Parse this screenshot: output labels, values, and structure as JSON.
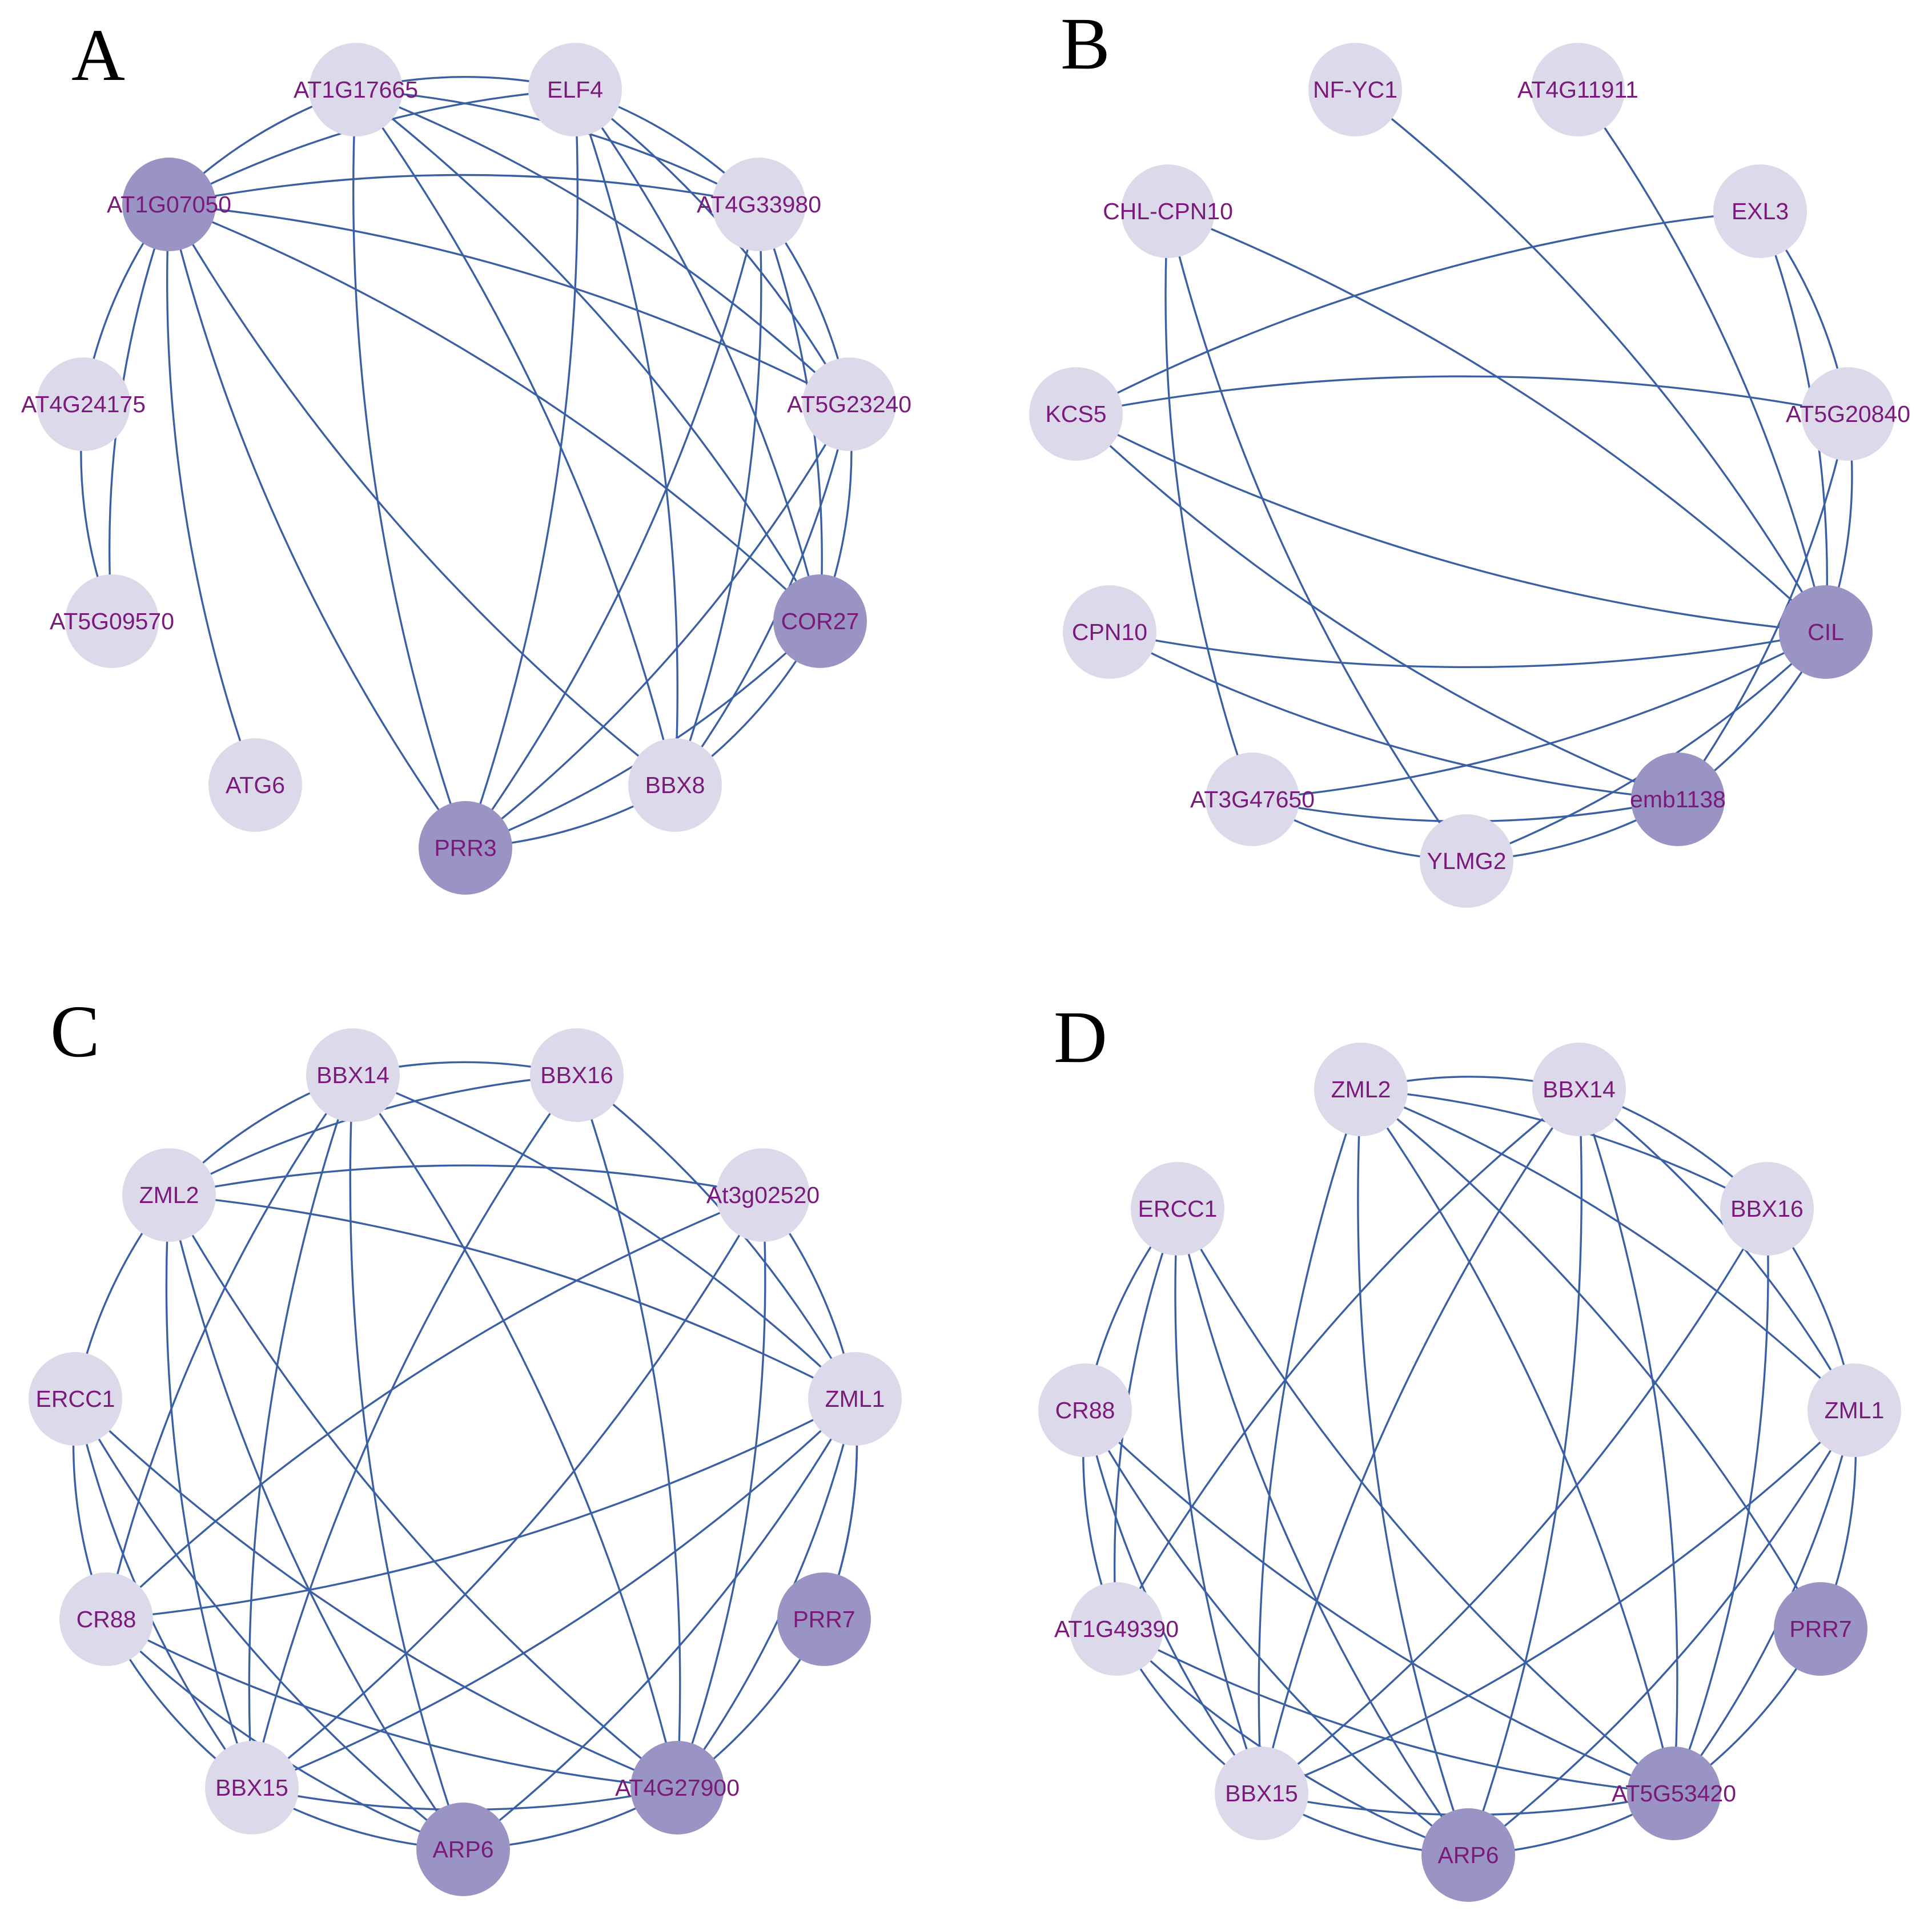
{
  "colors": {
    "node_light": "#dcdaea",
    "node_dark": "#9a94c4",
    "edge": "#3a5fa3",
    "label": "#7a1a7a"
  },
  "panels": [
    {
      "letter": "A",
      "nodes": [
        {
          "id": "AT1G17665",
          "label": "AT1G17665",
          "shade": "light"
        },
        {
          "id": "ELF4",
          "label": "ELF4",
          "shade": "light"
        },
        {
          "id": "AT4G33980",
          "label": "AT4G33980",
          "shade": "light"
        },
        {
          "id": "AT5G23240",
          "label": "AT5G23240",
          "shade": "light"
        },
        {
          "id": "COR27",
          "label": "COR27",
          "shade": "dark"
        },
        {
          "id": "BBX8",
          "label": "BBX8",
          "shade": "light"
        },
        {
          "id": "PRR3",
          "label": "PRR3",
          "shade": "dark"
        },
        {
          "id": "ATG6",
          "label": "ATG6",
          "shade": "light"
        },
        {
          "id": "AT5G09570",
          "label": "AT5G09570",
          "shade": "light"
        },
        {
          "id": "AT4G24175",
          "label": "AT4G24175",
          "shade": "light"
        },
        {
          "id": "AT1G07050",
          "label": "AT1G07050",
          "shade": "dark"
        }
      ],
      "edges": [
        [
          "AT1G07050",
          "AT1G17665"
        ],
        [
          "AT1G07050",
          "ELF4"
        ],
        [
          "AT1G07050",
          "AT4G33980"
        ],
        [
          "AT1G07050",
          "AT5G23240"
        ],
        [
          "AT1G07050",
          "COR27"
        ],
        [
          "AT1G07050",
          "BBX8"
        ],
        [
          "AT1G07050",
          "PRR3"
        ],
        [
          "AT1G07050",
          "ATG6"
        ],
        [
          "AT1G07050",
          "AT5G09570"
        ],
        [
          "AT1G07050",
          "AT4G24175"
        ],
        [
          "AT1G17665",
          "ELF4"
        ],
        [
          "AT1G17665",
          "AT4G33980"
        ],
        [
          "AT1G17665",
          "AT5G23240"
        ],
        [
          "AT1G17665",
          "COR27"
        ],
        [
          "AT1G17665",
          "BBX8"
        ],
        [
          "AT1G17665",
          "PRR3"
        ],
        [
          "ELF4",
          "AT4G33980"
        ],
        [
          "ELF4",
          "AT5G23240"
        ],
        [
          "ELF4",
          "COR27"
        ],
        [
          "ELF4",
          "BBX8"
        ],
        [
          "ELF4",
          "PRR3"
        ],
        [
          "AT4G33980",
          "AT5G23240"
        ],
        [
          "AT4G33980",
          "COR27"
        ],
        [
          "AT4G33980",
          "BBX8"
        ],
        [
          "AT4G33980",
          "PRR3"
        ],
        [
          "AT5G23240",
          "COR27"
        ],
        [
          "AT5G23240",
          "BBX8"
        ],
        [
          "AT5G23240",
          "PRR3"
        ],
        [
          "COR27",
          "BBX8"
        ],
        [
          "COR27",
          "PRR3"
        ],
        [
          "BBX8",
          "PRR3"
        ],
        [
          "AT4G24175",
          "AT5G09570"
        ]
      ]
    },
    {
      "letter": "B",
      "nodes": [
        {
          "id": "NF-YC1",
          "label": "NF-YC1",
          "shade": "light"
        },
        {
          "id": "AT4G11911",
          "label": "AT4G11911",
          "shade": "light"
        },
        {
          "id": "EXL3",
          "label": "EXL3",
          "shade": "light"
        },
        {
          "id": "AT5G20840",
          "label": "AT5G20840",
          "shade": "light"
        },
        {
          "id": "CIL",
          "label": "CIL",
          "shade": "dark"
        },
        {
          "id": "emb1138",
          "label": "emb1138",
          "shade": "dark"
        },
        {
          "id": "YLMG2",
          "label": "YLMG2",
          "shade": "light"
        },
        {
          "id": "AT3G47650",
          "label": "AT3G47650",
          "shade": "light"
        },
        {
          "id": "CPN10",
          "label": "CPN10",
          "shade": "light"
        },
        {
          "id": "KCS5",
          "label": "KCS5",
          "shade": "light"
        },
        {
          "id": "CHL-CPN10",
          "label": "CHL-CPN10",
          "shade": "light"
        }
      ],
      "edges": [
        [
          "NF-YC1",
          "CIL"
        ],
        [
          "AT4G11911",
          "CIL"
        ],
        [
          "EXL3",
          "CIL"
        ],
        [
          "EXL3",
          "AT5G20840"
        ],
        [
          "EXL3",
          "KCS5"
        ],
        [
          "AT5G20840",
          "CIL"
        ],
        [
          "AT5G20840",
          "KCS5"
        ],
        [
          "AT5G20840",
          "emb1138"
        ],
        [
          "CIL",
          "KCS5"
        ],
        [
          "CIL",
          "CPN10"
        ],
        [
          "CIL",
          "CHL-CPN10"
        ],
        [
          "CIL",
          "AT3G47650"
        ],
        [
          "CIL",
          "YLMG2"
        ],
        [
          "CIL",
          "emb1138"
        ],
        [
          "KCS5",
          "emb1138"
        ],
        [
          "CPN10",
          "emb1138"
        ],
        [
          "CHL-CPN10",
          "AT3G47650"
        ],
        [
          "CHL-CPN10",
          "YLMG2"
        ],
        [
          "AT3G47650",
          "emb1138"
        ],
        [
          "AT3G47650",
          "YLMG2"
        ],
        [
          "YLMG2",
          "emb1138"
        ]
      ]
    },
    {
      "letter": "C",
      "nodes": [
        {
          "id": "BBX14",
          "label": "BBX14",
          "shade": "light"
        },
        {
          "id": "BBX16",
          "label": "BBX16",
          "shade": "light"
        },
        {
          "id": "At3g02520",
          "label": "At3g02520",
          "shade": "light"
        },
        {
          "id": "ZML1",
          "label": "ZML1",
          "shade": "light"
        },
        {
          "id": "PRR7",
          "label": "PRR7",
          "shade": "dark"
        },
        {
          "id": "AT4G27900",
          "label": "AT4G27900",
          "shade": "dark"
        },
        {
          "id": "ARP6",
          "label": "ARP6",
          "shade": "dark"
        },
        {
          "id": "BBX15",
          "label": "BBX15",
          "shade": "light"
        },
        {
          "id": "CR88",
          "label": "CR88",
          "shade": "light"
        },
        {
          "id": "ERCC1",
          "label": "ERCC1",
          "shade": "light"
        },
        {
          "id": "ZML2",
          "label": "ZML2",
          "shade": "light"
        }
      ],
      "edges": [
        [
          "BBX14",
          "BBX16"
        ],
        [
          "BBX14",
          "ZML2"
        ],
        [
          "BBX14",
          "ZML1"
        ],
        [
          "BBX14",
          "AT4G27900"
        ],
        [
          "BBX14",
          "ARP6"
        ],
        [
          "BBX14",
          "BBX15"
        ],
        [
          "BBX14",
          "CR88"
        ],
        [
          "BBX16",
          "ZML2"
        ],
        [
          "BBX16",
          "ZML1"
        ],
        [
          "BBX16",
          "AT4G27900"
        ],
        [
          "BBX16",
          "BBX15"
        ],
        [
          "At3g02520",
          "ZML1"
        ],
        [
          "At3g02520",
          "AT4G27900"
        ],
        [
          "At3g02520",
          "BBX15"
        ],
        [
          "At3g02520",
          "CR88"
        ],
        [
          "At3g02520",
          "ZML2"
        ],
        [
          "ZML1",
          "ZML2"
        ],
        [
          "ZML1",
          "PRR7"
        ],
        [
          "ZML1",
          "AT4G27900"
        ],
        [
          "ZML1",
          "ARP6"
        ],
        [
          "ZML1",
          "BBX15"
        ],
        [
          "ZML1",
          "CR88"
        ],
        [
          "PRR7",
          "AT4G27900"
        ],
        [
          "PRR7",
          "ZML1"
        ],
        [
          "AT4G27900",
          "ARP6"
        ],
        [
          "AT4G27900",
          "BBX15"
        ],
        [
          "AT4G27900",
          "CR88"
        ],
        [
          "AT4G27900",
          "ERCC1"
        ],
        [
          "AT4G27900",
          "ZML2"
        ],
        [
          "ARP6",
          "BBX15"
        ],
        [
          "ARP6",
          "CR88"
        ],
        [
          "ARP6",
          "ERCC1"
        ],
        [
          "ARP6",
          "ZML2"
        ],
        [
          "BBX15",
          "CR88"
        ],
        [
          "BBX15",
          "ERCC1"
        ],
        [
          "BBX15",
          "ZML2"
        ],
        [
          "CR88",
          "ERCC1"
        ],
        [
          "ERCC1",
          "ZML2"
        ]
      ]
    },
    {
      "letter": "D",
      "nodes": [
        {
          "id": "ZML2",
          "label": "ZML2",
          "shade": "light"
        },
        {
          "id": "BBX14",
          "label": "BBX14",
          "shade": "light"
        },
        {
          "id": "BBX16",
          "label": "BBX16",
          "shade": "light"
        },
        {
          "id": "ZML1",
          "label": "ZML1",
          "shade": "light"
        },
        {
          "id": "PRR7",
          "label": "PRR7",
          "shade": "dark"
        },
        {
          "id": "AT5G53420",
          "label": "AT5G53420",
          "shade": "dark"
        },
        {
          "id": "ARP6",
          "label": "ARP6",
          "shade": "dark"
        },
        {
          "id": "BBX15",
          "label": "BBX15",
          "shade": "light"
        },
        {
          "id": "AT1G49390",
          "label": "AT1G49390",
          "shade": "light"
        },
        {
          "id": "CR88",
          "label": "CR88",
          "shade": "light"
        },
        {
          "id": "ERCC1",
          "label": "ERCC1",
          "shade": "light"
        }
      ],
      "edges": [
        [
          "ZML2",
          "BBX14"
        ],
        [
          "ZML2",
          "BBX16"
        ],
        [
          "ZML2",
          "ZML1"
        ],
        [
          "ZML2",
          "PRR7"
        ],
        [
          "ZML2",
          "AT5G53420"
        ],
        [
          "ZML2",
          "ARP6"
        ],
        [
          "ZML2",
          "BBX15"
        ],
        [
          "BBX14",
          "BBX16"
        ],
        [
          "BBX14",
          "ZML1"
        ],
        [
          "BBX14",
          "AT5G53420"
        ],
        [
          "BBX14",
          "ARP6"
        ],
        [
          "BBX14",
          "BBX15"
        ],
        [
          "BBX14",
          "AT1G49390"
        ],
        [
          "BBX16",
          "ZML1"
        ],
        [
          "BBX16",
          "AT5G53420"
        ],
        [
          "BBX16",
          "BBX15"
        ],
        [
          "ZML1",
          "PRR7"
        ],
        [
          "ZML1",
          "AT5G53420"
        ],
        [
          "ZML1",
          "ARP6"
        ],
        [
          "ZML1",
          "BBX15"
        ],
        [
          "PRR7",
          "AT5G53420"
        ],
        [
          "AT5G53420",
          "ARP6"
        ],
        [
          "AT5G53420",
          "BBX15"
        ],
        [
          "AT5G53420",
          "AT1G49390"
        ],
        [
          "AT5G53420",
          "CR88"
        ],
        [
          "AT5G53420",
          "ERCC1"
        ],
        [
          "ARP6",
          "BBX15"
        ],
        [
          "ARP6",
          "AT1G49390"
        ],
        [
          "ARP6",
          "CR88"
        ],
        [
          "ARP6",
          "ERCC1"
        ],
        [
          "BBX15",
          "AT1G49390"
        ],
        [
          "BBX15",
          "CR88"
        ],
        [
          "BBX15",
          "ERCC1"
        ],
        [
          "AT1G49390",
          "CR88"
        ],
        [
          "AT1G49390",
          "ERCC1"
        ],
        [
          "CR88",
          "ERCC1"
        ]
      ]
    }
  ]
}
